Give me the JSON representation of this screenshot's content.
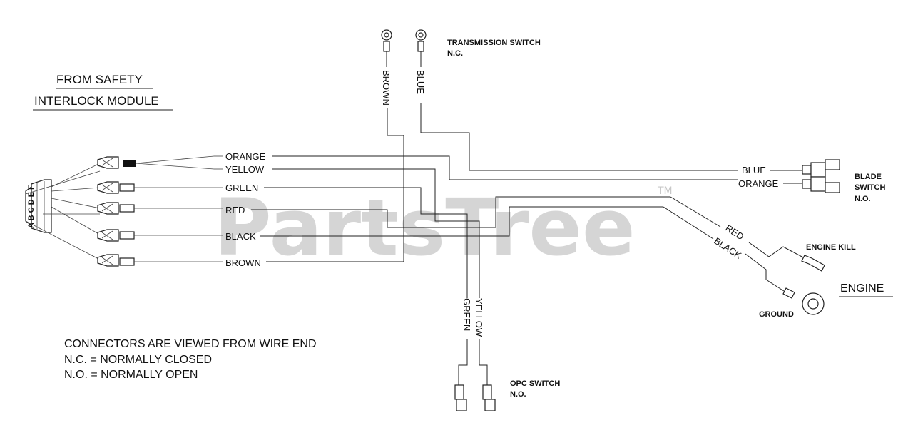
{
  "title": {
    "line1": "FROM SAFETY",
    "line2": "INTERLOCK MODULE"
  },
  "connector_pins": "A B C D E F",
  "left_wires": [
    "ORANGE",
    "YELLOW",
    "GREEN",
    "RED",
    "BLACK",
    "BROWN"
  ],
  "top_wires": {
    "brown": "BROWN",
    "blue": "BLUE"
  },
  "transmission_switch": {
    "line1": "TRANSMISSION SWITCH",
    "line2": "N.C."
  },
  "blade_switch": {
    "wire_blue": "BLUE",
    "wire_orange": "ORANGE",
    "line1": "BLADE",
    "line2": "SWITCH",
    "line3": "N.O."
  },
  "engine": {
    "red": "RED",
    "black": "BLACK",
    "kill": "ENGINE KILL",
    "ground": "GROUND",
    "title": "ENGINE"
  },
  "opc": {
    "green": "GREEN",
    "yellow": "YELLOW",
    "line1": "OPC SWITCH",
    "line2": "N.O."
  },
  "notes": [
    "CONNECTORS ARE VIEWED FROM WIRE END",
    "N.C. = NORMALLY CLOSED",
    "N.O. = NORMALLY OPEN"
  ],
  "watermark": {
    "text": "PartsTree",
    "tm": "TM"
  }
}
